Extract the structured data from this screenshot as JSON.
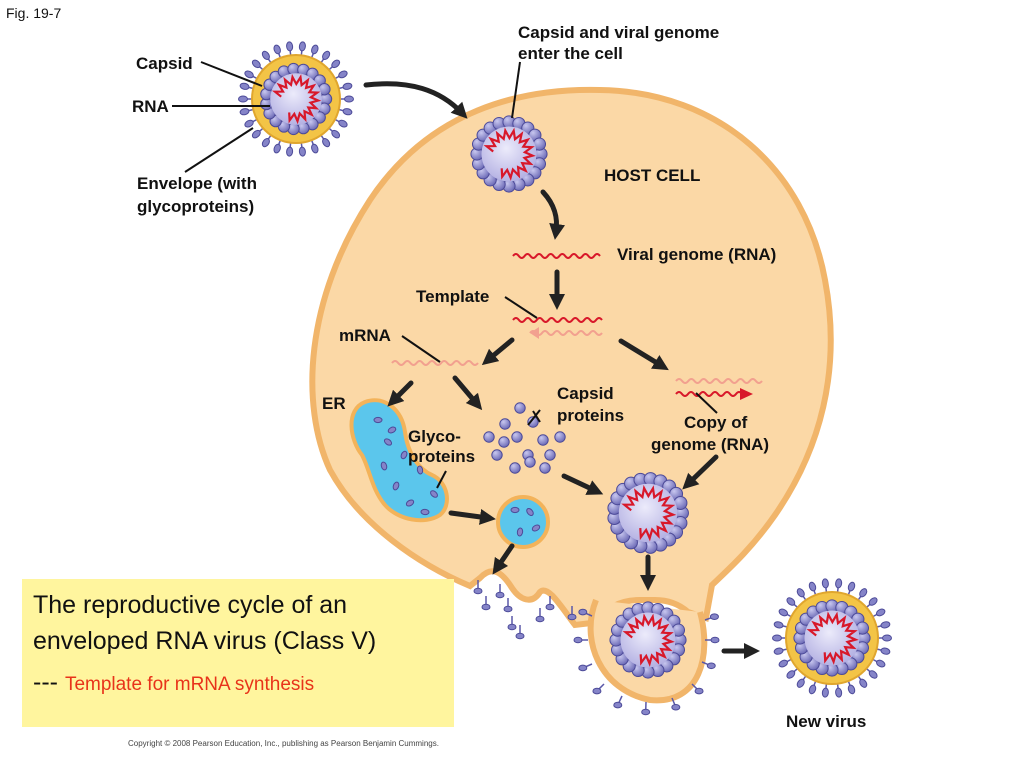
{
  "figure": {
    "fig_label": "Fig. 19-7",
    "copyright": "Copyright © 2008 Pearson Education, Inc., publishing as Pearson Benjamin Cummings."
  },
  "labels": {
    "capsid": "Capsid",
    "rna": "RNA",
    "envelope_line1": "Envelope (with",
    "envelope_line2": "glycoproteins)",
    "enter_line1": "Capsid and viral genome",
    "enter_line2": "enter the cell",
    "host_cell": "HOST CELL",
    "viral_genome": "Viral genome (RNA)",
    "template": "Template",
    "mrna": "mRNA",
    "er": "ER",
    "capsid_proteins_line1": "Capsid",
    "capsid_proteins_line2": "proteins",
    "glyco_line1": "Glyco-",
    "glyco_line2": "proteins",
    "copy_line1": "Copy of",
    "copy_line2": "genome (RNA)",
    "new_virus": "New virus"
  },
  "caption": {
    "line1": "The reproductive cycle of an",
    "line2": "enveloped RNA virus (Class V)",
    "dashes": "---",
    "note": "Template for mRNA synthesis"
  },
  "colors": {
    "cell_fill": "#fbd8a6",
    "cell_stroke": "#f1b56a",
    "envelope": "#f3c446",
    "capsid_subunit": "#8584c8",
    "capsid_core": "#c9c6ec",
    "rna_red": "#d8182a",
    "mrna_pink": "#f2a08f",
    "er_fill": "#5bc6ec",
    "arrow": "#222222",
    "caption_bg": "#fff59e",
    "caption_note": "#e8331a"
  }
}
